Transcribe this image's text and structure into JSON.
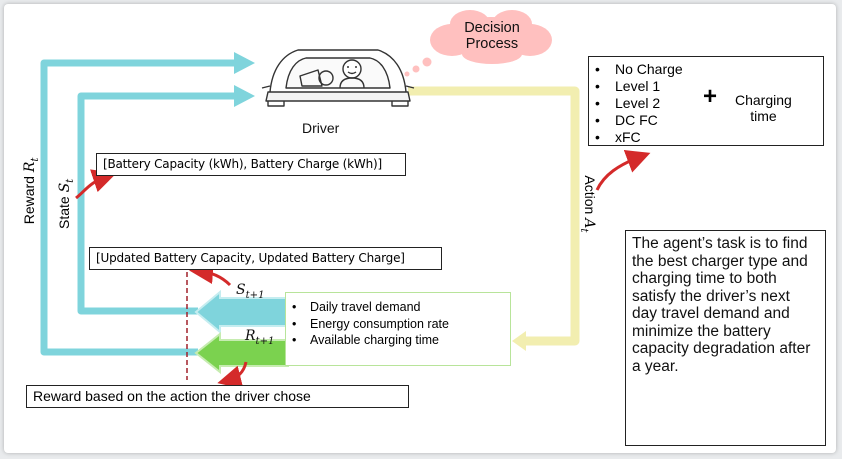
{
  "cloud_label": "Decision\nProcess",
  "driver_label": "Driver",
  "state_box": "[Battery Capacity (kWh), Battery Charge (kWh)]",
  "updated_state_box": "[Updated Battery Capacity, Updated Battery Charge]",
  "reward_box": "Reward based on the action the driver chose",
  "labels": {
    "reward": "Reward",
    "reward_symbol": "R",
    "reward_sub": "t",
    "state": "State",
    "state_symbol": "S",
    "state_sub": "t",
    "action": "Action",
    "action_symbol": "A",
    "action_sub": "t",
    "next_state_symbol": "S",
    "next_state_sub": "t+1",
    "next_reward_symbol": "R",
    "next_reward_sub": "t+1"
  },
  "actions": [
    "No Charge",
    "Level 1",
    "Level 2",
    "DC FC",
    "xFC"
  ],
  "plus": "+",
  "charging_time": "Charging\ntime",
  "environment_items": [
    "Daily travel demand",
    "Energy consumption rate",
    "Available charging time"
  ],
  "task_text": "The agent’s task is to find the best charger type and charging time to both satisfy the driver’s next day travel demand and minimize the battery capacity degradation after a year.",
  "colors": {
    "teal_arrow": "#7fd4dc",
    "yellow_arrow": "#f2eeb0",
    "green_arrow": "#7bd24f",
    "red_arrow": "#d42a2a",
    "dashed_line": "#a0202a",
    "cloud": "#ffc0bf"
  },
  "icons": [
    "car-icon",
    "cloud-icon"
  ]
}
